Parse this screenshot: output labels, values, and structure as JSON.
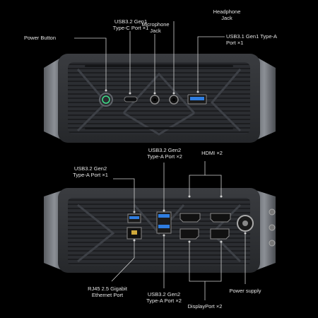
{
  "front": {
    "power_button": "Power Button",
    "usbc": [
      "USB3.2 Gen1",
      "Type-C Port ×1"
    ],
    "mic": [
      "Microphone",
      "Jack"
    ],
    "headphone": [
      "Headphone",
      "Jack"
    ],
    "usba": [
      "USB3.1 Gen1 Type-A",
      "Port ×1"
    ]
  },
  "rear": {
    "usb_gen2_top": [
      "USB3.2 Gen2",
      "Type-A Port ×2"
    ],
    "usb_gen2_left": [
      "USB3.2 Gen2",
      "Type-A Port ×1"
    ],
    "hdmi": "HDMI ×2",
    "rj45": [
      "RJ45  2.5 Gigabit",
      "Ethernet Port"
    ],
    "usb_gen2_bottom": [
      "USB3.2 Gen2",
      "Type-A Port ×2"
    ],
    "displayport": "DisplayPort ×2",
    "power_supply": "Power supply"
  },
  "colors": {
    "usb_blue": "#2f7de0",
    "power_green": "#3fe08a",
    "line": "#d0d0d0"
  }
}
